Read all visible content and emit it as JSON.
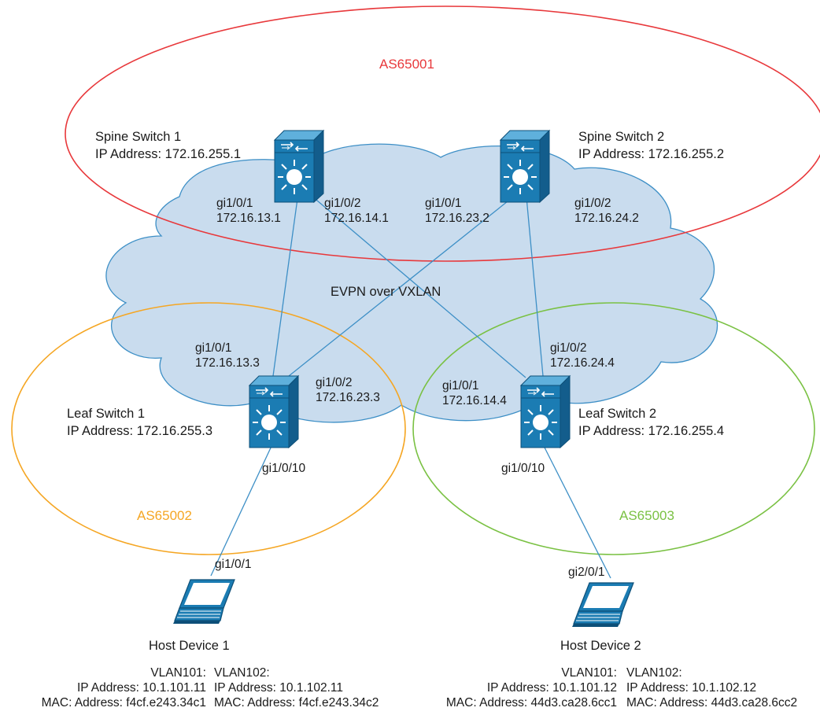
{
  "diagram": {
    "cloud_label": "EVPN over VXLAN",
    "colors": {
      "as65001": "#e8383b",
      "as65002": "#f5a623",
      "as65003": "#7ac143",
      "cloud_fill": "#c9dcee",
      "cloud_stroke": "#3d8fc6",
      "link": "#3d8fc6",
      "switch_body": "#1b7cb3"
    },
    "autonomous_systems": [
      {
        "label": "AS65001"
      },
      {
        "label": "AS65002"
      },
      {
        "label": "AS65003"
      }
    ],
    "switches": {
      "spine1": {
        "name": "Spine Switch 1",
        "ip": "IP Address: 172.16.255.1"
      },
      "spine2": {
        "name": "Spine Switch 2",
        "ip": "IP Address: 172.16.255.2"
      },
      "leaf1": {
        "name": "Leaf Switch 1",
        "ip": "IP Address: 172.16.255.3"
      },
      "leaf2": {
        "name": "Leaf Switch 2",
        "ip": "IP Address: 172.16.255.4"
      }
    },
    "interfaces": {
      "s1_gi1": {
        "port": "gi1/0/1",
        "ip": "172.16.13.1"
      },
      "s1_gi2": {
        "port": "gi1/0/2",
        "ip": "172.16.14.1"
      },
      "s2_gi1": {
        "port": "gi1/0/1",
        "ip": "172.16.23.2"
      },
      "s2_gi2": {
        "port": "gi1/0/2",
        "ip": "172.16.24.2"
      },
      "l1_gi1": {
        "port": "gi1/0/1",
        "ip": "172.16.13.3"
      },
      "l1_gi2": {
        "port": "gi1/0/2",
        "ip": "172.16.23.3"
      },
      "l2_gi1": {
        "port": "gi1/0/1",
        "ip": "172.16.14.4"
      },
      "l2_gi2": {
        "port": "gi1/0/2",
        "ip": "172.16.24.4"
      },
      "l1_gi10": {
        "port": "gi1/0/10"
      },
      "l2_gi10": {
        "port": "gi1/0/10"
      },
      "h1_port": {
        "port": "gi1/0/1"
      },
      "h2_port": {
        "port": "gi2/0/1"
      }
    },
    "hosts": {
      "host1": {
        "name": "Host Device 1",
        "vlan101": {
          "title": "VLAN101:",
          "ip": "IP Address: 10.1.101.11",
          "mac": "MAC: Address: f4cf.e243.34c1"
        },
        "vlan102": {
          "title": "VLAN102:",
          "ip": "IP Address: 10.1.102.11",
          "mac": "MAC: Address: f4cf.e243.34c2"
        }
      },
      "host2": {
        "name": "Host Device 2",
        "vlan101": {
          "title": "VLAN101:",
          "ip": "IP Address: 10.1.101.12",
          "mac": "MAC: Address: 44d3.ca28.6cc1"
        },
        "vlan102": {
          "title": "VLAN102:",
          "ip": "IP Address: 10.1.102.12",
          "mac": "MAC: Address: 44d3.ca28.6cc2"
        }
      }
    }
  }
}
